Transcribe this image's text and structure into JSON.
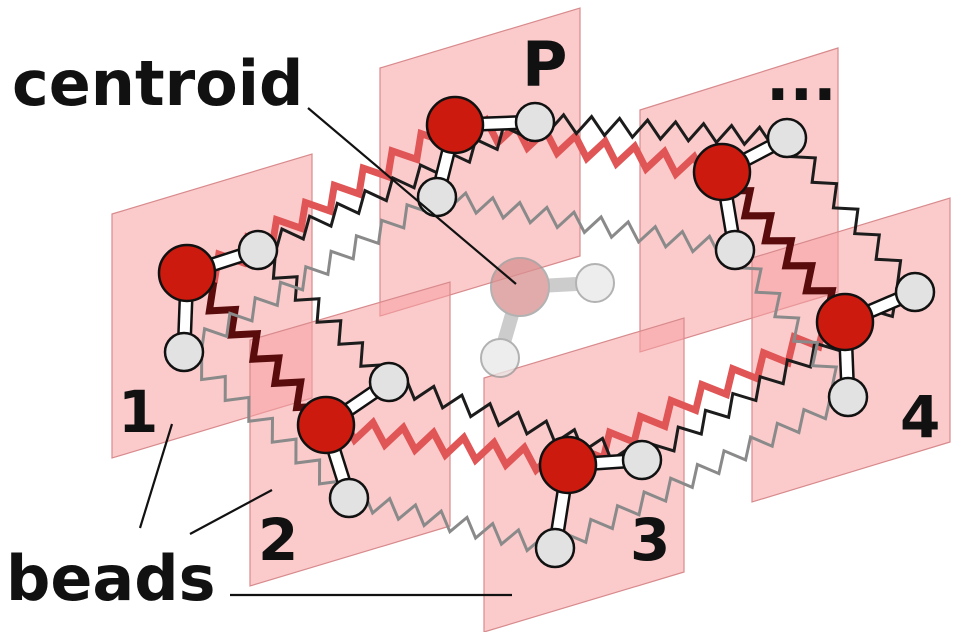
{
  "labels": {
    "centroid": "centroid",
    "beads": "beads",
    "p": "P",
    "ellipsis": "...",
    "bead_1": "1",
    "bead_2": "2",
    "bead_3": "3",
    "bead_4": "4"
  },
  "colors": {
    "plane_fill": "#f7a1a3",
    "plane_stroke": "#d88a8c",
    "oxygen": "#cc1a0e",
    "hydrogen": "#e2e2e2",
    "atom_outline": "#111111",
    "spring_dark": "#1c1c1c",
    "spring_gray": "#8a8a8a",
    "spring_red": "#e05555",
    "spring_darkred": "#5a0b0b",
    "centroid_oxygen": "#d99090",
    "centroid_hydrogen": "#e8e8e8"
  }
}
